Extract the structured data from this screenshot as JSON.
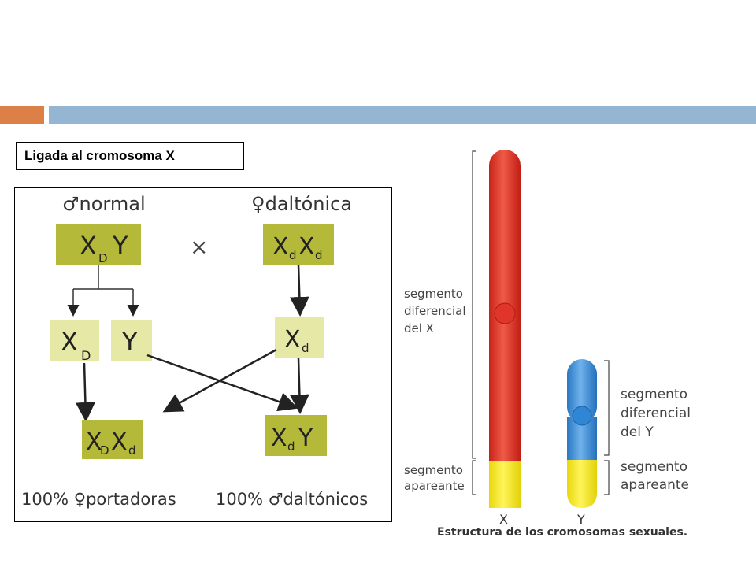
{
  "header": {
    "title": "Ligada al cromosoma X",
    "accent_orange": "#dd8047",
    "accent_blue": "#94b6d2"
  },
  "cross": {
    "male_parent_label": "♂normal",
    "female_parent_label": "♀daltónica",
    "cross_symbol": "×",
    "male_genotype": {
      "x": "X",
      "x_sub": "D",
      "y": "Y"
    },
    "female_genotype": {
      "x1": "X",
      "x1_sub": "d",
      "x2": "X",
      "x2_sub": "d"
    },
    "gametes": {
      "male_x": {
        "x": "X",
        "sub": "D"
      },
      "male_y": "Y",
      "female_x": {
        "x": "X",
        "sub": "d"
      }
    },
    "offspring": {
      "female": {
        "x1": "X",
        "x1_sub": "D",
        "x2": "X",
        "x2_sub": "d"
      },
      "male": {
        "x": "X",
        "x_sub": "d",
        "y": "Y"
      }
    },
    "result_female": "100% ♀portadoras",
    "result_male": "100% ♂daltónicos",
    "box_color": "#b5b93a",
    "box_color_light": "#e6e8a6"
  },
  "chromosomes": {
    "x_diff_label": [
      "segmento",
      "diferencial",
      "del X"
    ],
    "x_pair_label": [
      "segmento",
      "apareante"
    ],
    "y_diff_label": [
      "segmento",
      "diferencial",
      "del Y"
    ],
    "y_pair_label": [
      "segmento",
      "apareante"
    ],
    "x_name": "X",
    "y_name": "Y",
    "caption": "Estructura de los cromosomas sexuales.",
    "x_color": "#e03a2e",
    "y_color": "#3a8fd6",
    "pair_color": "#f4ea1e"
  }
}
